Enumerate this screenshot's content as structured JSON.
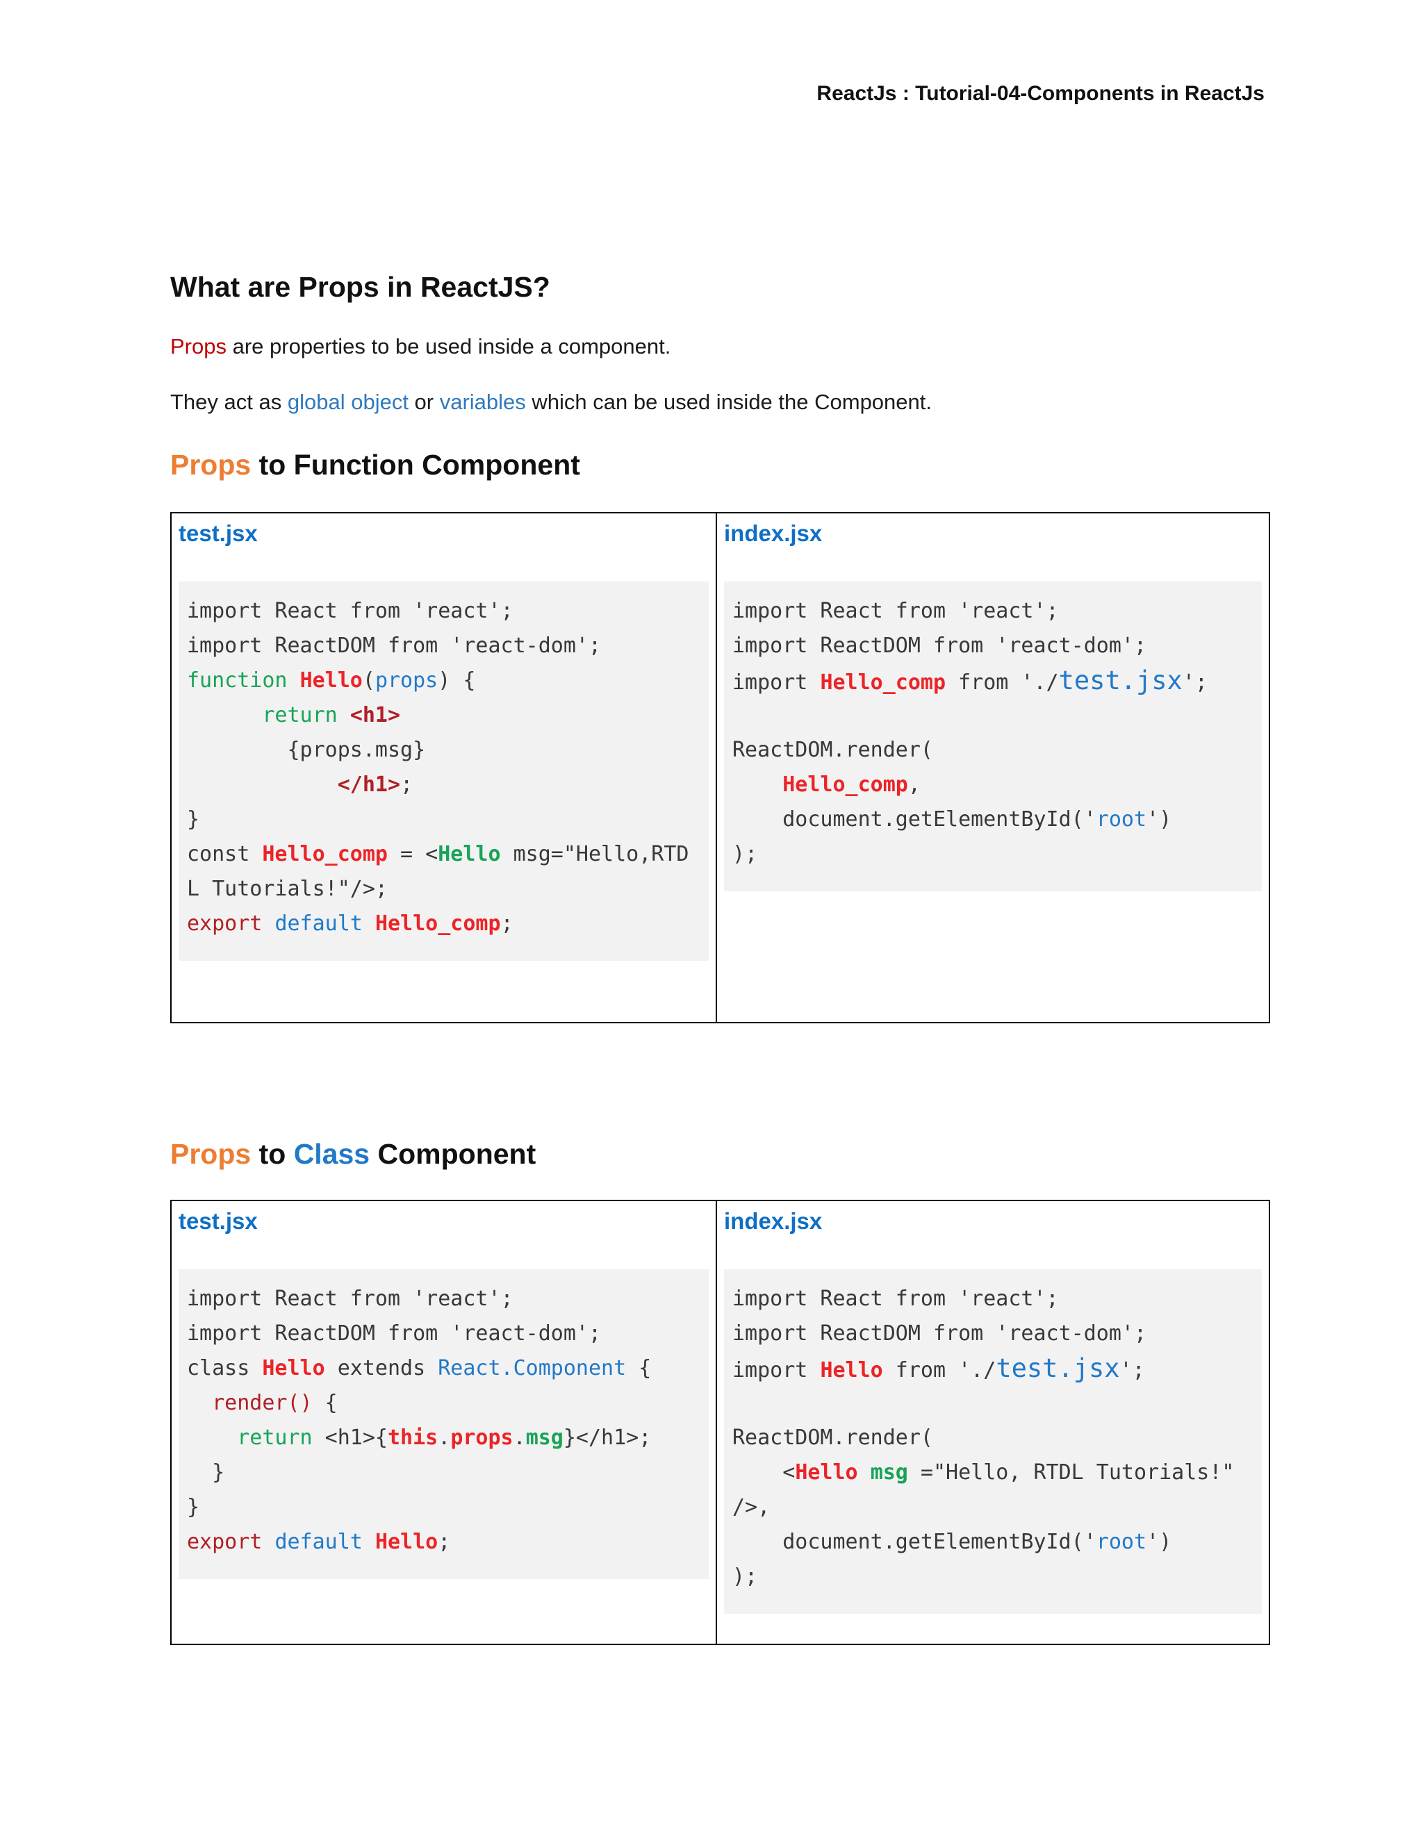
{
  "header": {
    "title": "ReactJs : Tutorial-04-Components in ReactJs"
  },
  "intro": {
    "heading": "What are Props in ReactJS?",
    "p1": [
      [
        "red",
        "Props"
      ],
      [
        "plain",
        " are properties to be used inside a component."
      ]
    ],
    "p2": [
      [
        "plain",
        "They act as "
      ],
      [
        "link",
        "global object"
      ],
      [
        "plain",
        " or "
      ],
      [
        "link",
        "variables"
      ],
      [
        "plain",
        " which can be used inside the Component."
      ]
    ]
  },
  "colors": {
    "accent_orange": "#ED7D31",
    "accent_red": "#C00000",
    "link_blue": "#2E79BE",
    "filename_blue": "#0F6FC5",
    "code_green": "#17A456",
    "code_bright_red": "#EC2427",
    "code_dark_red": "#B01F24",
    "code_blue": "#2179C7",
    "code_background": "#F3F2F3"
  },
  "sections": [
    {
      "title": [
        [
          "orange",
          "Props"
        ],
        [
          "plain",
          " to Function Component"
        ]
      ],
      "table": {
        "columns": [
          {
            "filename": "test.jsx",
            "code": [
              [
                [
                  "p",
                  "import React from 'react';"
                ]
              ],
              [
                [
                  "p",
                  "import ReactDOM from 'react-dom';"
                ]
              ],
              [
                [
                  "g",
                  "function "
                ],
                [
                  "r",
                  "Hello"
                ],
                [
                  "p",
                  "("
                ],
                [
                  "b",
                  "props"
                ],
                [
                  "p",
                  ") {"
                ]
              ],
              [
                [
                  "p",
                  "      "
                ],
                [
                  "g",
                  "return "
                ],
                [
                  "drb",
                  "<h1>"
                ]
              ],
              [
                [
                  "p",
                  "        {props.msg}"
                ]
              ],
              [
                [
                  "p",
                  "            "
                ],
                [
                  "drb",
                  "</h1>"
                ],
                [
                  "p",
                  ";"
                ]
              ],
              [
                [
                  "p",
                  "}"
                ]
              ],
              [
                [
                  "p",
                  "const "
                ],
                [
                  "r",
                  "Hello_comp"
                ],
                [
                  "p",
                  " = <"
                ],
                [
                  "gb",
                  "Hello"
                ],
                [
                  "p",
                  " msg=\"Hello,RTD"
                ]
              ],
              [
                [
                  "p",
                  "L Tutorials!\"/>;"
                ]
              ],
              [
                [
                  "dr",
                  "export "
                ],
                [
                  "b",
                  "default "
                ],
                [
                  "r",
                  "Hello_comp"
                ],
                [
                  "p",
                  ";"
                ]
              ]
            ]
          },
          {
            "filename": "index.jsx",
            "code": [
              [
                [
                  "p",
                  "import React from 'react';"
                ]
              ],
              [
                [
                  "p",
                  "import ReactDOM from 'react-dom';"
                ]
              ],
              [
                [
                  "p",
                  "import "
                ],
                [
                  "r",
                  "Hello_comp"
                ],
                [
                  "p",
                  " from './"
                ],
                [
                  "bb",
                  "test.jsx"
                ],
                [
                  "p",
                  "';"
                ]
              ],
              [],
              [
                [
                  "p",
                  "ReactDOM.render("
                ]
              ],
              [
                [
                  "p",
                  "    "
                ],
                [
                  "r",
                  "Hello_comp"
                ],
                [
                  "p",
                  ","
                ]
              ],
              [
                [
                  "p",
                  "    document.getElementById('"
                ],
                [
                  "b",
                  "root"
                ],
                [
                  "p",
                  "')"
                ]
              ],
              [
                [
                  "p",
                  ");"
                ]
              ]
            ]
          }
        ]
      }
    },
    {
      "title": [
        [
          "orange",
          "Props"
        ],
        [
          "plain",
          " to "
        ],
        [
          "blue",
          "Class"
        ],
        [
          "plain",
          " Component"
        ]
      ],
      "table": {
        "columns": [
          {
            "filename": "test.jsx",
            "code": [
              [
                [
                  "p",
                  "import React from 'react';"
                ]
              ],
              [
                [
                  "p",
                  "import ReactDOM from 'react-dom';"
                ]
              ],
              [
                [
                  "p",
                  "class "
                ],
                [
                  "r",
                  "Hello"
                ],
                [
                  "p",
                  " extends "
                ],
                [
                  "b",
                  "React.Component"
                ],
                [
                  "p",
                  " {"
                ]
              ],
              [
                [
                  "p",
                  "  "
                ],
                [
                  "dr",
                  "render()"
                ],
                [
                  "p",
                  " {"
                ]
              ],
              [
                [
                  "p",
                  "    "
                ],
                [
                  "g",
                  "return"
                ],
                [
                  "p",
                  " <h1>{"
                ],
                [
                  "r",
                  "this"
                ],
                [
                  "p",
                  "."
                ],
                [
                  "r",
                  "props"
                ],
                [
                  "p",
                  "."
                ],
                [
                  "gb",
                  "msg"
                ],
                [
                  "p",
                  "}</h1>;"
                ]
              ],
              [
                [
                  "p",
                  "  }"
                ]
              ],
              [
                [
                  "p",
                  "}"
                ]
              ],
              [
                [
                  "dr",
                  "export "
                ],
                [
                  "b",
                  "default "
                ],
                [
                  "r",
                  "Hello"
                ],
                [
                  "p",
                  ";"
                ]
              ]
            ]
          },
          {
            "filename": "index.jsx",
            "code": [
              [
                [
                  "p",
                  "import React from 'react';"
                ]
              ],
              [
                [
                  "p",
                  "import ReactDOM from 'react-dom';"
                ]
              ],
              [
                [
                  "p",
                  "import "
                ],
                [
                  "r",
                  "Hello"
                ],
                [
                  "p",
                  " from './"
                ],
                [
                  "bb",
                  "test.jsx"
                ],
                [
                  "p",
                  "';"
                ]
              ],
              [],
              [
                [
                  "p",
                  "ReactDOM.render("
                ]
              ],
              [
                [
                  "p",
                  "    <"
                ],
                [
                  "r",
                  "Hello"
                ],
                [
                  "p",
                  " "
                ],
                [
                  "gb",
                  "msg"
                ],
                [
                  "p",
                  " =\"Hello, RTDL Tutorials!\""
                ]
              ],
              [
                [
                  "p",
                  "/>,"
                ]
              ],
              [
                [
                  "p",
                  "    document.getElementById('"
                ],
                [
                  "b",
                  "root"
                ],
                [
                  "p",
                  "')"
                ]
              ],
              [
                [
                  "p",
                  ");"
                ]
              ]
            ]
          }
        ]
      }
    }
  ]
}
